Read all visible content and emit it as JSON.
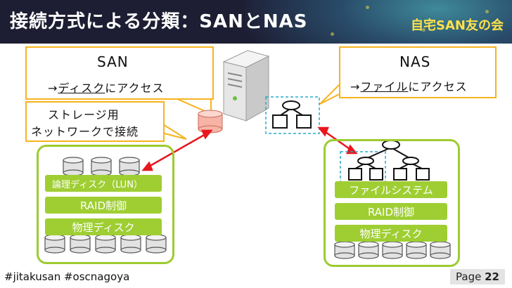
{
  "slide": {
    "title": "接続方式による分類：SANとNAS",
    "brand": "自宅SAN友の会",
    "footer_tags": "#jitakusan #oscnagoya",
    "page_label": "Page",
    "page_number": "22"
  },
  "san": {
    "callout_title": "SAN",
    "callout_arrow": "→",
    "callout_access_word": "ディスク",
    "callout_access_rest": "にアクセス",
    "network_line1": "ストレージ用",
    "network_line2": "ネットワークで接続",
    "layer_logical": "論理ディスク（LUN）",
    "layer_raid": "RAID制御",
    "layer_physical": "物理ディスク"
  },
  "nas": {
    "callout_title": "NAS",
    "callout_arrow": "→",
    "callout_access_word": "ファイル",
    "callout_access_rest": "にアクセス",
    "layer_fs": "ファイルシステム",
    "layer_raid": "RAID制御",
    "layer_physical": "物理ディスク"
  },
  "colors": {
    "header_bg": "#1d1d33",
    "brand_text": "#ffe14a",
    "callout_border": "#f7b31f",
    "panel_border": "#9dcb30",
    "layer_bar": "#9fce33",
    "link_arrow": "#e8161d",
    "selection_dash": "#2aa9c9"
  },
  "icons": [
    "server-icon",
    "disk-icon",
    "file-tree-icon",
    "double-arrow-icon"
  ]
}
